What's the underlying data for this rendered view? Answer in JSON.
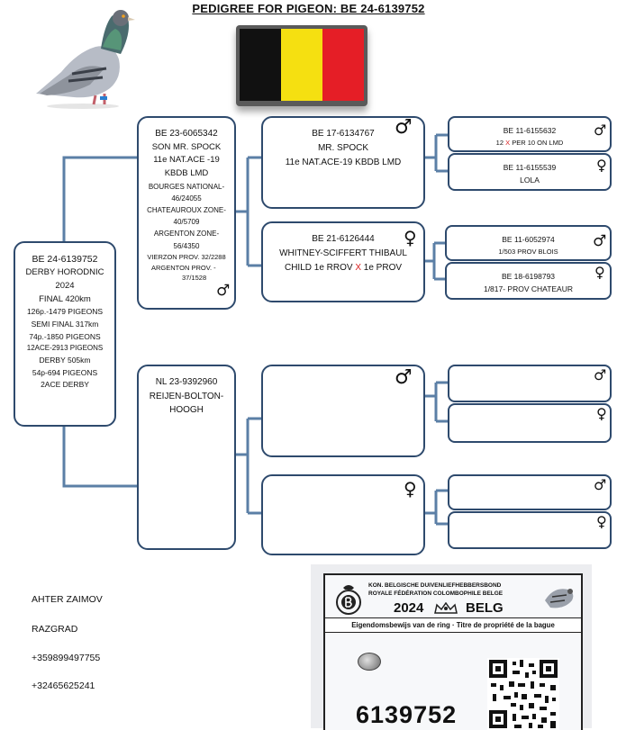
{
  "title": "PEDIGREE FOR PIGEON: BE 24-6139752",
  "main_bird": {
    "lines": [
      "BE 24-6139752",
      "DERBY HORODNIC",
      "2024",
      "FINAL  420km"
    ],
    "results": [
      "126p.-1479 PIGEONS",
      "SEMI FINAL  317km",
      "74p.-1850 PIGEONS",
      "12ACE-2913 PIGEONS",
      "DERBY 505km",
      "54p-694 PIGEONS",
      "2ACE DERBY"
    ]
  },
  "sire": {
    "lines": [
      "BE 23-6065342",
      "SON MR. SPOCK",
      "11e NAT.ACE -19",
      "KBDB LMD"
    ],
    "results": [
      "BOURGES NATIONAL-",
      "46/24055",
      "CHATEAUROUX ZONE-",
      "40/5709",
      "ARGENTON ZONE-",
      "56/4350",
      "VIERZON PROV. 32/2288",
      "ARGENTON PROV. -",
      "37/1528"
    ]
  },
  "sire_sire": {
    "lines": [
      "BE 17-6134767",
      "MR. SPOCK",
      "11e NAT.ACE-19 KBDB LMD"
    ]
  },
  "sire_dam": {
    "line1": "BE 21-6126444",
    "line2": "WHITNEY-SCIFFERT THIBAUL",
    "line3_a": "CHILD 1e RROV ",
    "line3_x": "X",
    "line3_b": " 1e PROV"
  },
  "ss_sire": {
    "line1": "BE 11-6155632",
    "line2_a": "12 ",
    "line2_x": "X",
    "line2_b": " PER 10 ON LMD"
  },
  "ss_dam": {
    "line1": "BE 11-6155539",
    "line2": "LOLA"
  },
  "sd_sire": {
    "line1": "BE 11-6052974",
    "line2": "1/503 PROV BLOIS"
  },
  "sd_dam": {
    "line1": "BE 18-6198793",
    "line2": "1/817- PROV CHATEAUR"
  },
  "dam": {
    "lines": [
      "NL 23-9392960",
      "REIJEN-BOLTON-",
      "HOOGH"
    ]
  },
  "owner": {
    "name": "AHTER ZAIMOV",
    "city": "RAZGRAD",
    "phone1": "+359899497755",
    "phone2": "+32465625241"
  },
  "card": {
    "org1": "KON. BELGISCHE DUIVENLIEFHEBBERSBOND",
    "org2": "ROYALE FÉDÉRATION COLOMBOPHILE BELGE",
    "year": "2024",
    "country": "BELG",
    "subtitle": "Eigendomsbewijs van de ring · Titre de propriété de la bague",
    "ring_number": "6139752"
  },
  "symbols": {
    "male": "♂",
    "female": "♀"
  },
  "colors": {
    "line": "#5b7fa6",
    "border": "#2e4a6d",
    "flag_black": "#111111",
    "flag_yellow": "#f5e011",
    "flag_red": "#e51e26",
    "x_mark": "#d81f1f"
  }
}
